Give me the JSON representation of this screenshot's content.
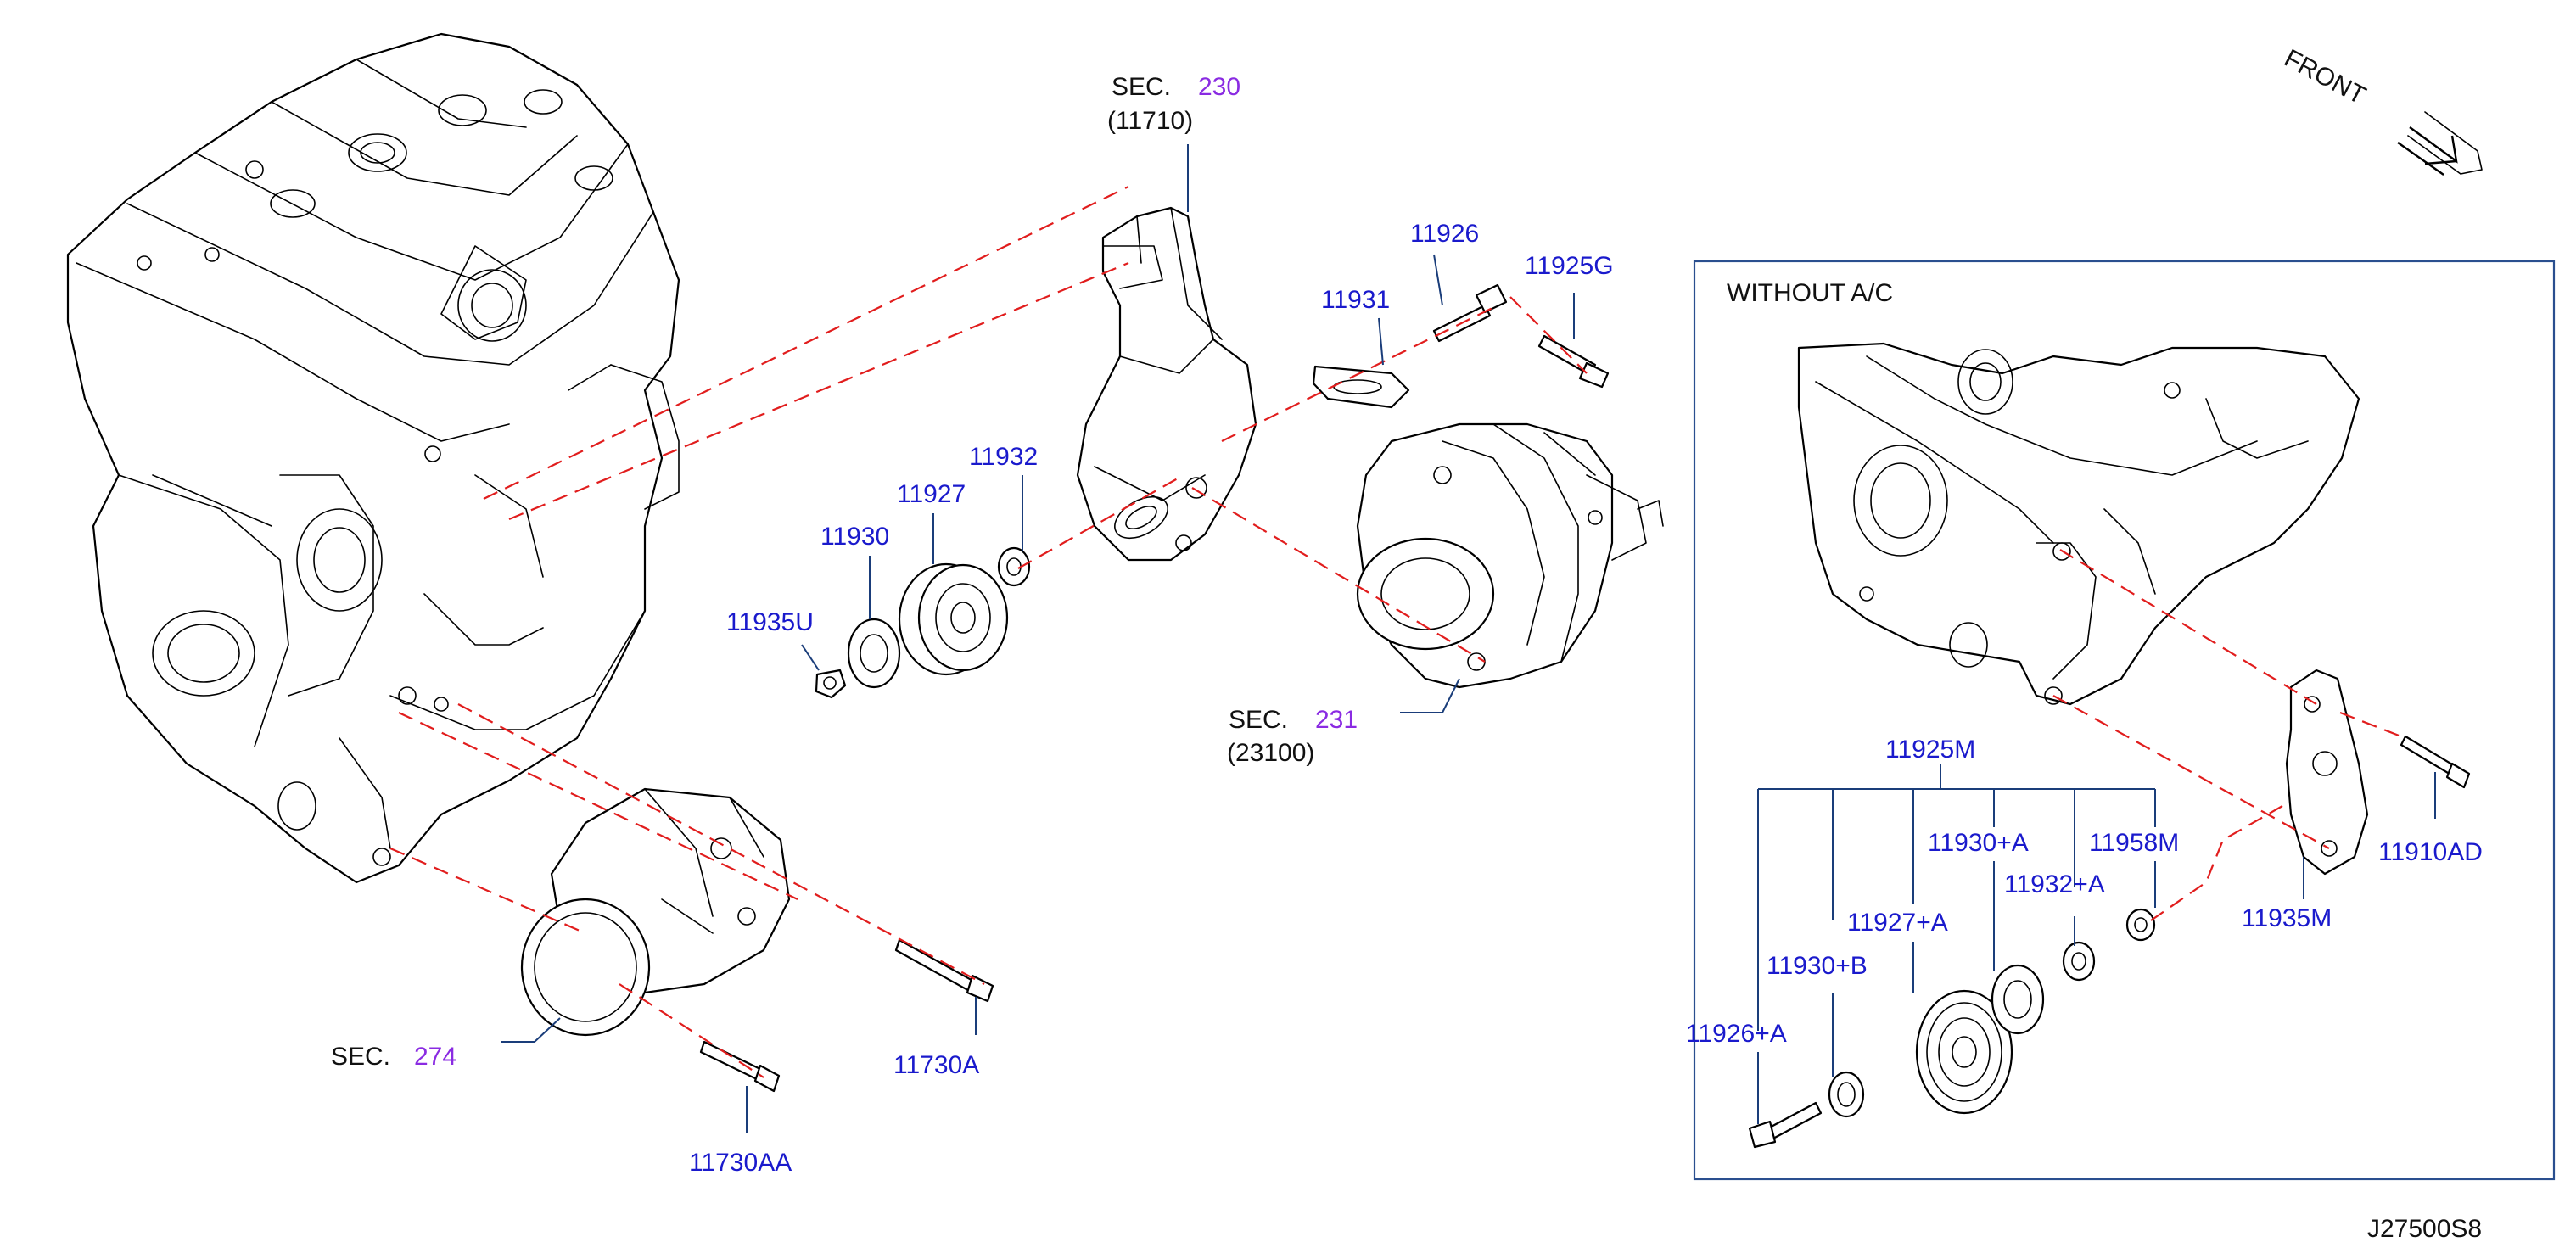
{
  "diagram_code": "J27500S8",
  "front_label": "FRONT",
  "inset": {
    "title": "WITHOUT   A/C"
  },
  "sections": [
    {
      "id": "s230",
      "prefix": "SEC.",
      "number": "230",
      "ref": "(11710)"
    },
    {
      "id": "s231",
      "prefix": "SEC.",
      "number": "231",
      "ref": "(23100)"
    },
    {
      "id": "s274",
      "prefix": "SEC.",
      "number": "274",
      "ref": ""
    }
  ],
  "parts_main": [
    "11926",
    "11925G",
    "11931",
    "11932",
    "11927",
    "11930",
    "11935U",
    "11730A",
    "11730AA"
  ],
  "parts_inset": [
    "11925M",
    "11930+A",
    "11958M",
    "11932+A",
    "11927+A",
    "11930+B",
    "11926+A",
    "11910AD",
    "11935M"
  ],
  "colors": {
    "part_number": "#1a1acc",
    "section_number": "#8a2be2",
    "leader": "#1a3d7a",
    "assembly_dash": "#e11d1d",
    "inset_border": "#2a4f8f"
  }
}
